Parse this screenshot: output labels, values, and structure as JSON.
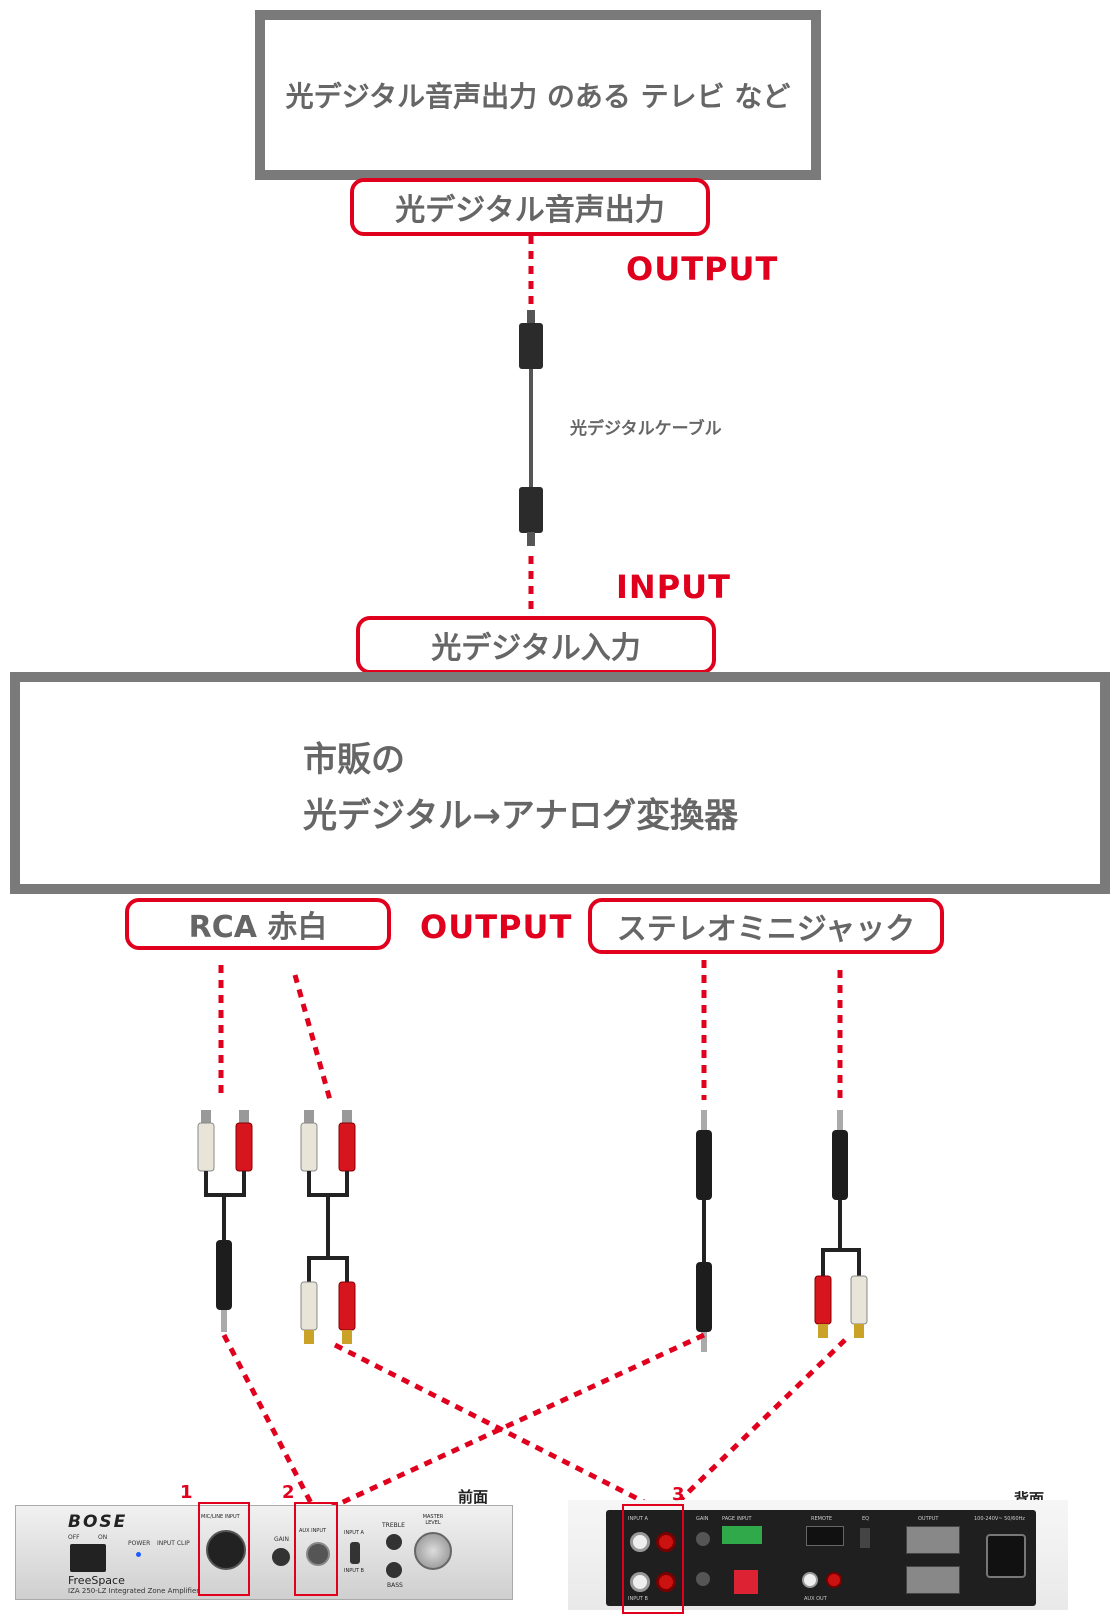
{
  "source_device": {
    "label": "光デジタル音声出力 のある テレビ など"
  },
  "source_port": {
    "label": "光デジタル音声出力"
  },
  "output_top": {
    "label": "OUTPUT"
  },
  "cable": {
    "label": "光デジタルケーブル"
  },
  "input_mid": {
    "label": "INPUT"
  },
  "converter_port": {
    "label": "光デジタル入力"
  },
  "converter": {
    "line1": "市販の",
    "line2": "光デジタル→アナログ変換器"
  },
  "rca_port": {
    "label": "RCA 赤白"
  },
  "output_bottom": {
    "label": "OUTPUT"
  },
  "mini_port": {
    "label": "ステレオミニジャック"
  },
  "amp_front": {
    "side_label": "前面",
    "brand": "BOSE",
    "model_line1": "FreeSpace",
    "model_line2": "IZA 250-LZ Integrated Zone Amplifier",
    "marker1": "1",
    "marker2": "2",
    "mic_label": "MIC/LINE INPUT",
    "aux_label": "AUX INPUT",
    "off_label": "OFF",
    "on_label": "ON",
    "power_label": "POWER",
    "clip_label": "INPUT CLIP",
    "gain_label": "GAIN",
    "treble_label": "TREBLE",
    "bass_label": "BASS",
    "master_label": "MASTER LEVEL",
    "input_a_label": "INPUT A",
    "input_b_label": "INPUT B"
  },
  "amp_rear": {
    "side_label": "背面",
    "marker3": "3",
    "input_a": "INPUT A",
    "input_b": "INPUT B",
    "gain": "GAIN",
    "page_input": "PAGE INPUT",
    "remote": "REMOTE",
    "eq": "EQ",
    "aux_out": "AUX OUT",
    "output": "OUTPUT",
    "power_spec": "100-240V~ 50/60Hz"
  },
  "colors": {
    "accent": "#e0001e",
    "box_border": "#7a7a7a",
    "text_gray": "#666666"
  }
}
